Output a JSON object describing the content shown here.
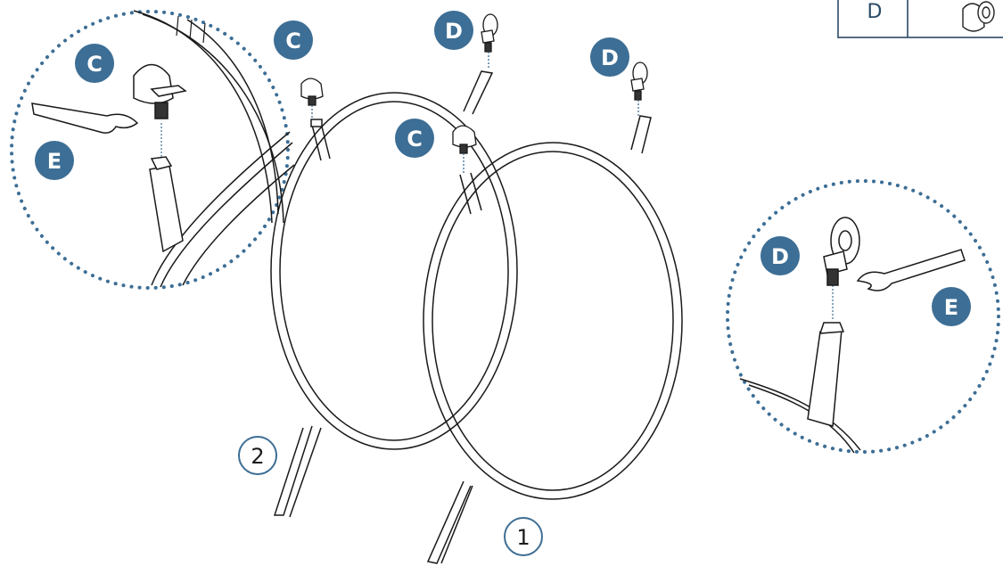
{
  "parts_table": {
    "label": "D"
  },
  "badges": {
    "c_inset_top": "C",
    "c_top": "C",
    "c_center": "C",
    "d_top_left": "D",
    "d_top_right": "D",
    "e_inset_left": "E",
    "d_inset_right": "D",
    "e_inset_right": "E"
  },
  "numbers": {
    "hoop_2": "2",
    "hoop_1": "1"
  },
  "colors": {
    "badge_fill": "#3d6e95",
    "badge_text": "#ffffff",
    "dotted_circle": "#3d6e95",
    "line_art": "#1a1a1a"
  }
}
